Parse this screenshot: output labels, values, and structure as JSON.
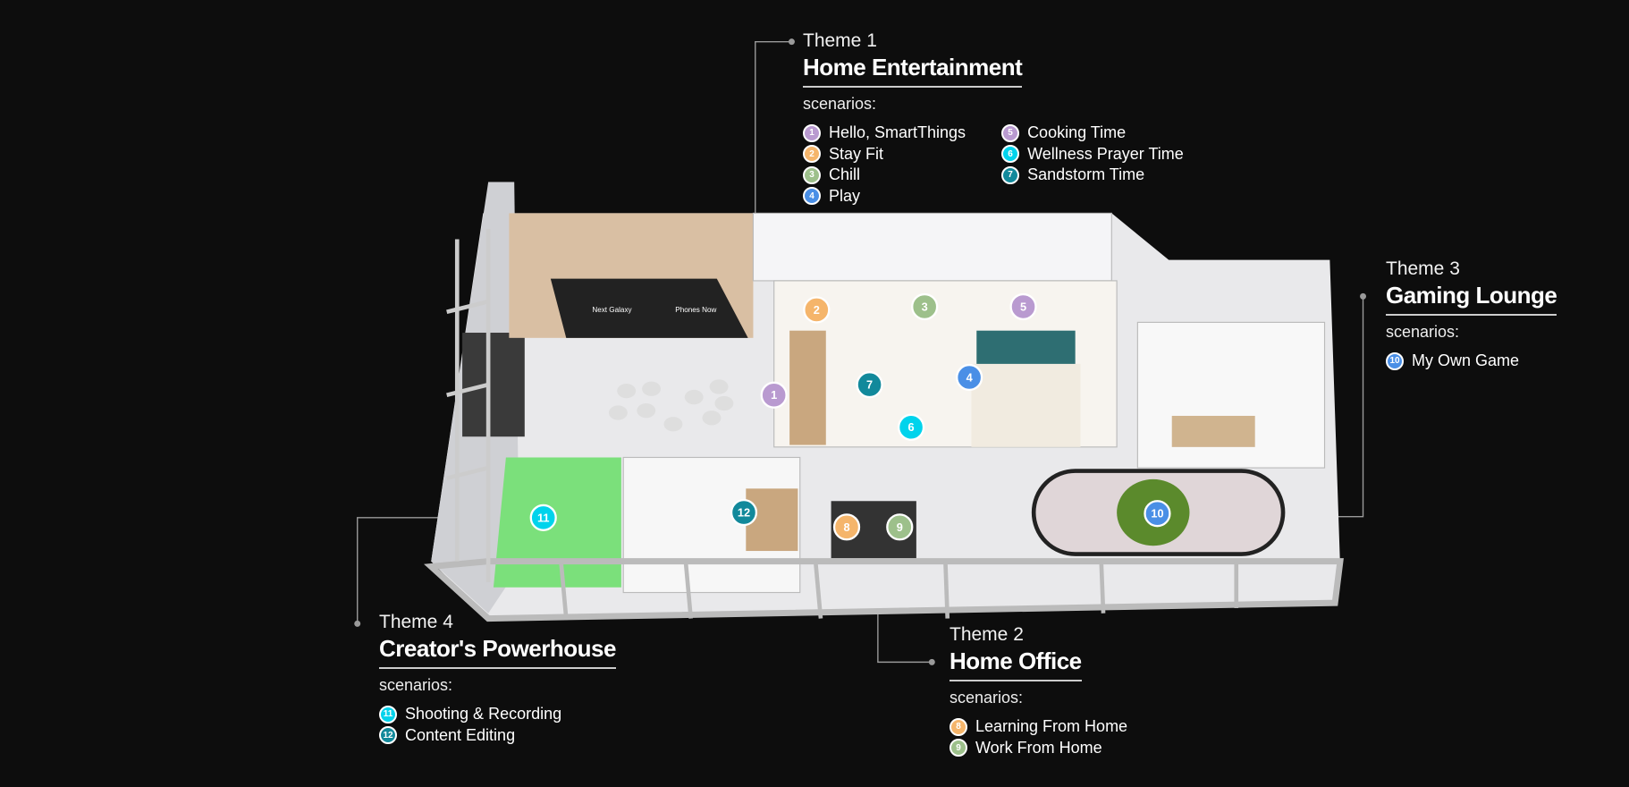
{
  "screen_text": {
    "next_galaxy": "Next Galaxy",
    "phones_now": "Phones Now"
  },
  "colors": {
    "purple": "#b99ad0",
    "orange": "#f5b56b",
    "green": "#9dc08b",
    "blue": "#4a8fe6",
    "cyan": "#00d3ec",
    "teal": "#12899b"
  },
  "themes": [
    {
      "num": "Theme 1",
      "title": "Home Entertainment",
      "scenarios_label": "scenarios:",
      "items": [
        {
          "n": "1",
          "label": "Hello, SmartThings",
          "color": "#b99ad0"
        },
        {
          "n": "2",
          "label": "Stay Fit",
          "color": "#f5b56b"
        },
        {
          "n": "3",
          "label": "Chill",
          "color": "#9dc08b"
        },
        {
          "n": "4",
          "label": "Play",
          "color": "#4a8fe6"
        },
        {
          "n": "5",
          "label": "Cooking Time",
          "color": "#b99ad0"
        },
        {
          "n": "6",
          "label": "Wellness Prayer Time",
          "color": "#00d3ec"
        },
        {
          "n": "7",
          "label": "Sandstorm Time",
          "color": "#12899b"
        }
      ]
    },
    {
      "num": "Theme 2",
      "title": "Home Office",
      "scenarios_label": "scenarios:",
      "items": [
        {
          "n": "8",
          "label": "Learning From Home",
          "color": "#f5b56b"
        },
        {
          "n": "9",
          "label": "Work From Home",
          "color": "#9dc08b"
        }
      ]
    },
    {
      "num": "Theme 3",
      "title": "Gaming Lounge",
      "scenarios_label": "scenarios:",
      "items": [
        {
          "n": "10",
          "label": "My Own Game",
          "color": "#4a8fe6"
        }
      ]
    },
    {
      "num": "Theme 4",
      "title": "Creator's Powerhouse",
      "scenarios_label": "scenarios:",
      "items": [
        {
          "n": "11",
          "label": "Shooting & Recording",
          "color": "#00d3ec"
        },
        {
          "n": "12",
          "label": "Content Editing",
          "color": "#12899b"
        }
      ]
    }
  ]
}
